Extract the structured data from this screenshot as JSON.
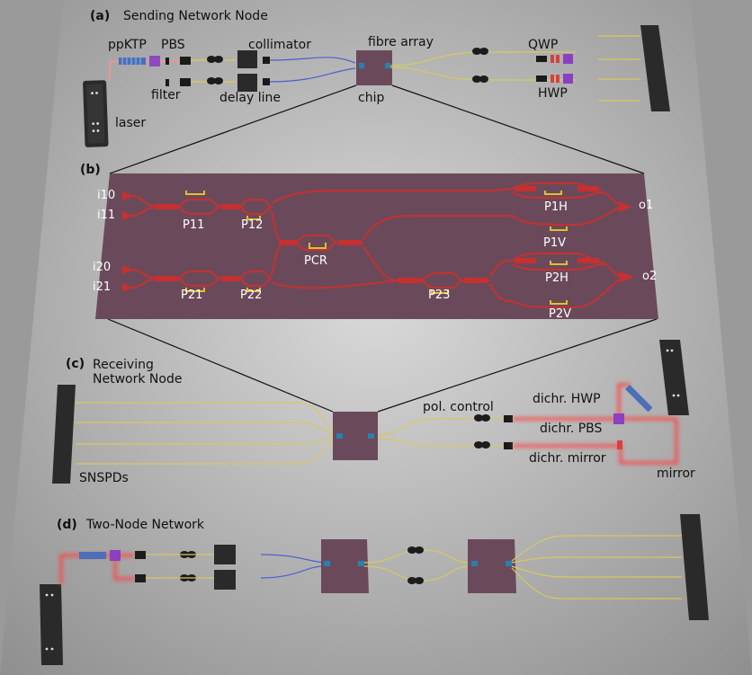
{
  "panels": {
    "a": {
      "letter": "(a)",
      "title": "Sending Network Node"
    },
    "b": {
      "letter": "(b)"
    },
    "c": {
      "letter": "(c)",
      "title": "Receiving Network Node"
    },
    "d": {
      "letter": "(d)",
      "title": "Two-Node Network"
    }
  },
  "labels_a": {
    "ppktp": "ppKTP",
    "pbs": "PBS",
    "collimator": "collimator",
    "fibre_array": "fibre array",
    "qwp": "QWP",
    "filter": "filter",
    "delay_line": "delay line",
    "chip": "chip",
    "hwp": "HWP",
    "laser": "laser"
  },
  "labels_b": {
    "i10": "i10",
    "i11": "i11",
    "i20": "i20",
    "i21": "i21",
    "p11": "P11",
    "p12": "P12",
    "p21": "P21",
    "p22": "P22",
    "pcr": "PCR",
    "p23": "P23",
    "p1h": "P1H",
    "p1v": "P1V",
    "p2h": "P2H",
    "p2v": "P2V",
    "o1": "o1",
    "o2": "o2"
  },
  "labels_c": {
    "pol_control": "pol. control",
    "dichr_hwp": "dichr. HWP",
    "dichr_pbs": "dichr. PBS",
    "dichr_mirror": "dichr. mirror",
    "snspds": "SNSPDs",
    "mirror": "mirror"
  },
  "colors": {
    "chip": "#6a4a5a",
    "waveguide": "#cc3030",
    "heater": "#e0c030",
    "fibre": "#d8c860",
    "blue_fibre": "#4a60d0",
    "laser_beam": "#ff4040"
  }
}
